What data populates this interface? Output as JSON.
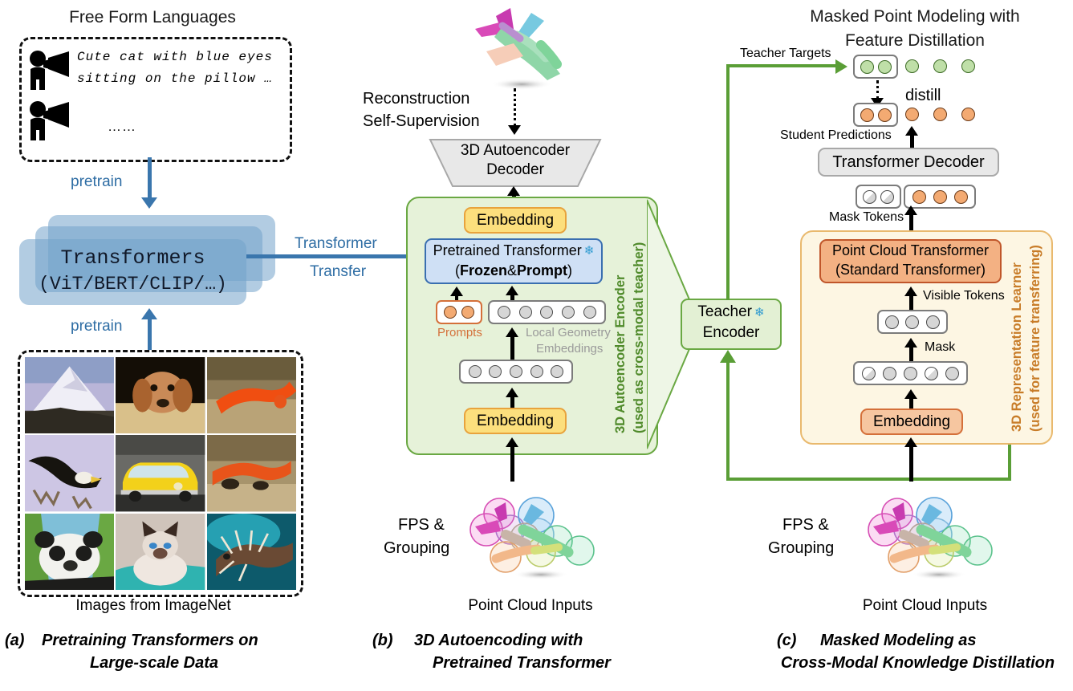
{
  "panel_a": {
    "title": "Free Form Languages",
    "quote_line1": "Cute cat with blue eyes",
    "quote_line2": "sitting on the pillow …",
    "quote_ellipsis": "……",
    "speaker_icon": "person-with-megaphone-icon",
    "pretrain_top": "pretrain",
    "pretrain_bottom": "pretrain",
    "transformers_title": "Transformers",
    "transformers_sub": "(ViT/BERT/CLIP/…)",
    "imagenet_label": "Images from ImageNet",
    "caption_tag": "(a)",
    "caption_line1": "Pretraining Transformers on",
    "caption_line2": "Large-scale Data",
    "images": [
      {
        "name": "volcano-photo",
        "colors": [
          "#b9b5d8",
          "#6e7fae",
          "#e8e4ef",
          "#3d3830"
        ]
      },
      {
        "name": "hound-dog-photo",
        "colors": [
          "#1a1208",
          "#c98a57",
          "#e3c28c",
          "#5c3a1c"
        ]
      },
      {
        "name": "orange-newt-photo",
        "colors": [
          "#8a7a5c",
          "#f04e11",
          "#c9b089",
          "#6b5a3c"
        ]
      },
      {
        "name": "bald-eagle-photo",
        "colors": [
          "#cdc6e4",
          "#1a1a1a",
          "#d8cdbb",
          "#8e7f6a"
        ]
      },
      {
        "name": "yellow-taxi-photo",
        "colors": [
          "#5a5a58",
          "#f3d11a",
          "#c9b43a",
          "#2a2a28"
        ]
      },
      {
        "name": "newt-sand-photo",
        "colors": [
          "#9b8a66",
          "#e8541a",
          "#3a3024",
          "#c2ae86"
        ]
      },
      {
        "name": "giant-panda-photo",
        "colors": [
          "#7fbfd8",
          "#f2f2ee",
          "#1d1d1b",
          "#5c8a3a"
        ]
      },
      {
        "name": "siamese-cat-photo",
        "colors": [
          "#cfc4bb",
          "#3a2a22",
          "#2fb3b0",
          "#efe7e0"
        ]
      },
      {
        "name": "lionfish-photo",
        "colors": [
          "#0d5a6b",
          "#2fb8c9",
          "#e8dcc8",
          "#5a3a22"
        ]
      }
    ]
  },
  "transfer": {
    "label_line1": "Transformer",
    "label_line2": "Transfer"
  },
  "panel_b": {
    "pointcloud_name": "airplane-point-cloud",
    "recon_line1": "Reconstruction",
    "recon_line2": "Self-Supervision",
    "decoder_line1": "3D Autoencoder",
    "decoder_line2": "Decoder",
    "embedding_top": "Embedding",
    "transformer_line1": "Pretrained Transformer",
    "transformer_line2_pre": "(",
    "transformer_line2_b1": "Frozen",
    "transformer_line2_mid": " & ",
    "transformer_line2_b2": "Prompt",
    "transformer_line2_post": ")",
    "frozen_icon": "snowflake-icon",
    "prompts_label": "Prompts",
    "prompt_tokens": 2,
    "local_geom_line1": "Local Geometry",
    "local_geom_line2": "Embeddings",
    "local_geom_tokens": 5,
    "input_tokens": 5,
    "embedding_bottom": "Embedding",
    "side_line1": "3D Autoencoder Encoder",
    "side_line2": "(used as cross-modal teacher)",
    "fps_line1": "FPS &",
    "fps_line2": "Grouping",
    "grouping_name": "airplane-grouped-point-cloud",
    "inputs_label": "Point Cloud Inputs",
    "caption_tag": "(b)",
    "caption_line1": "3D Autoencoding with",
    "caption_line2": "Pretrained Transformer"
  },
  "teacher": {
    "line1": "Teacher",
    "line2": "Encoder",
    "frozen_icon": "snowflake-icon"
  },
  "panel_c": {
    "title_line1": "Masked Point Modeling with",
    "title_line2": "Feature Distillation",
    "teacher_targets_label": "Teacher Targets",
    "teacher_tokens": 5,
    "teacher_boxed": 2,
    "distill_label": "distill",
    "student_tokens": 5,
    "student_boxed": 2,
    "student_label": "Student Predictions",
    "decoder_label": "Transformer Decoder",
    "mask_tokens_label": "Mask Tokens",
    "masked_count": 2,
    "visible_out_count": 3,
    "pct_line1": "Point Cloud Transformer",
    "pct_line2": "(Standard Transformer)",
    "visible_tokens_label": "Visible Tokens",
    "visible_tokens_count": 3,
    "mask_label": "Mask",
    "all_tokens_count": 5,
    "all_tokens_masked_idx": [
      0,
      3
    ],
    "embedding_label": "Embedding",
    "side_line1": "3D Representation Learner",
    "side_line2": "(used for feature transferring)",
    "fps_line1": "FPS &",
    "fps_line2": "Grouping",
    "grouping_name": "airplane-grouped-point-cloud",
    "inputs_label": "Point Cloud Inputs",
    "caption_tag": "(c)",
    "caption_line1": "Masked Modeling as",
    "caption_line2": "Cross-Modal Knowledge Distillation"
  },
  "colors": {
    "blue_line": "#3a76ad",
    "green_line": "#5a9e36",
    "yellow_box": "#fcdf7d",
    "orange_box": "#f3b183",
    "green_panel": "#e6f2d9",
    "cream_panel": "#fdf6e3",
    "teacher_green": "#e3f0d4",
    "token_gray": "#d6d6d6",
    "token_orange": "#f3aa72",
    "token_green": "#bfdfa8"
  }
}
